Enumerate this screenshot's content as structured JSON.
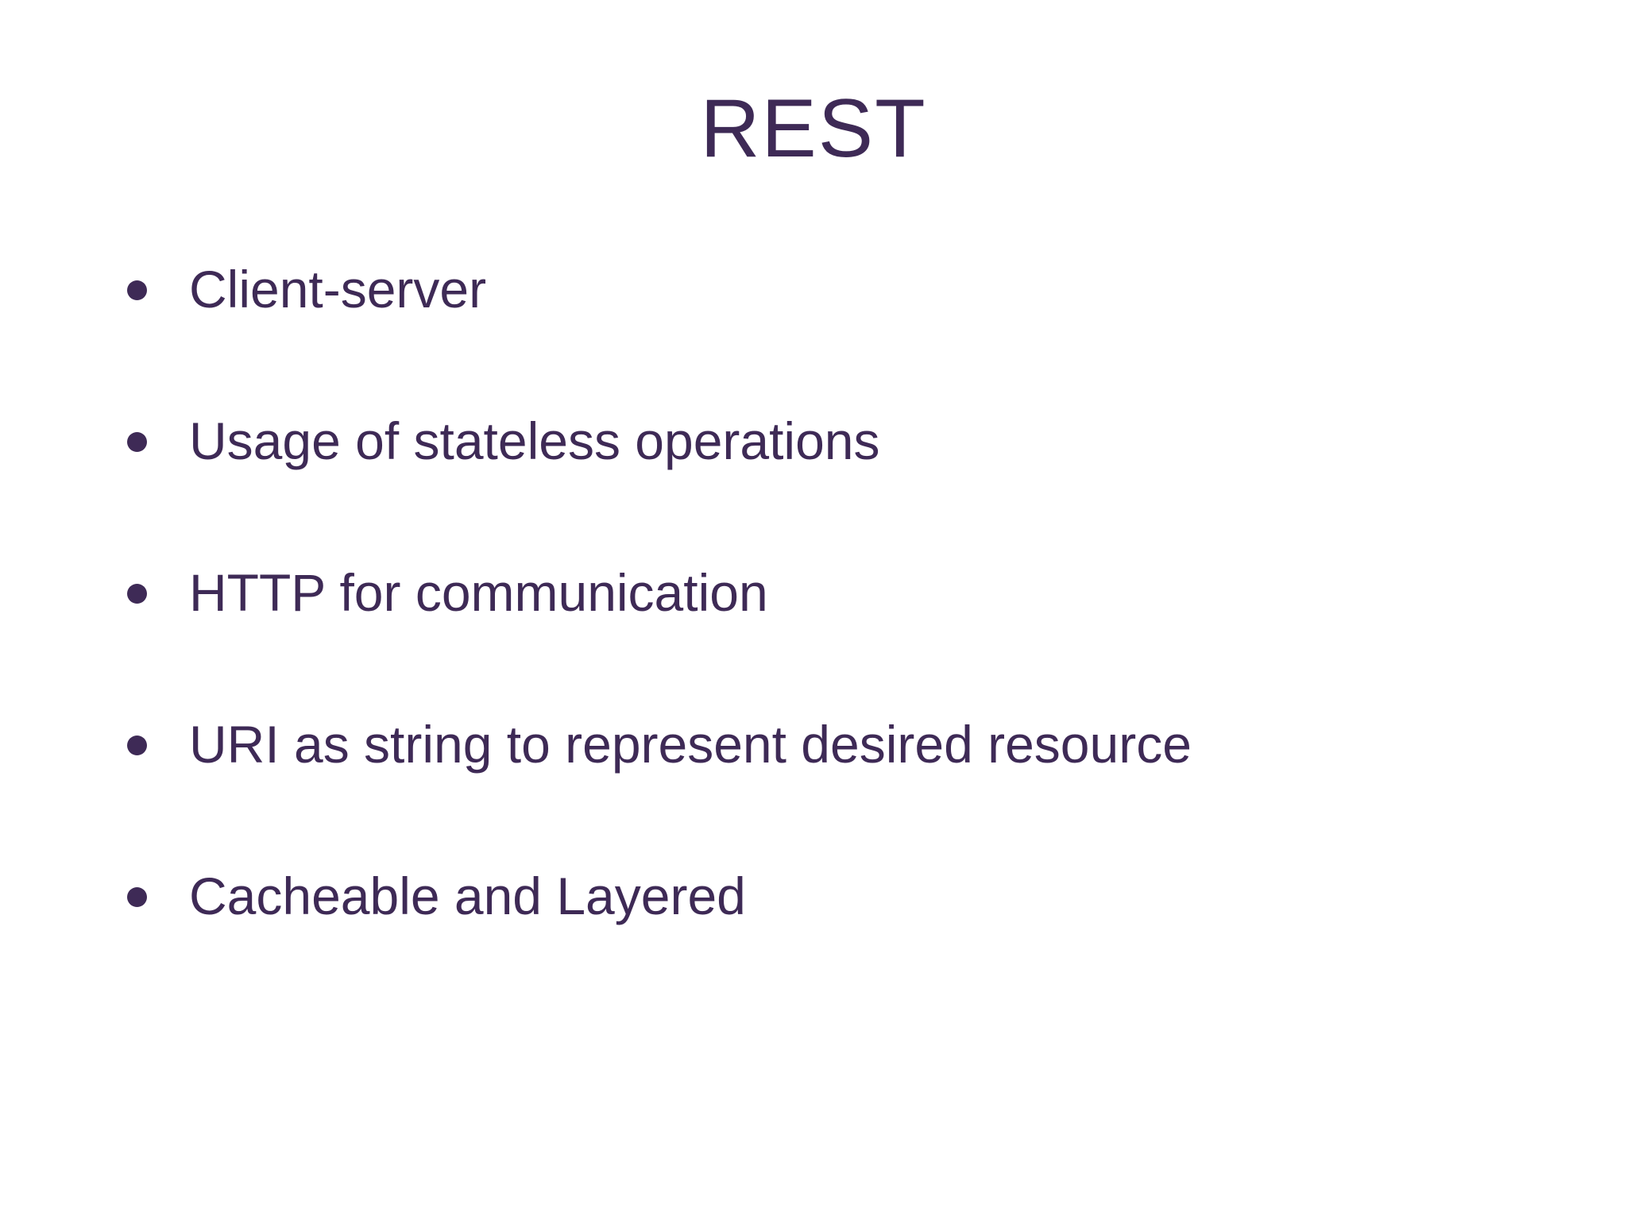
{
  "slide": {
    "title": "REST",
    "bullets": [
      "Client-server",
      "Usage of stateless operations",
      "HTTP for communication",
      "URI as string to represent desired resource",
      "Cacheable and Layered"
    ]
  },
  "colors": {
    "text": "#3e2a56",
    "background": "#ffffff"
  }
}
